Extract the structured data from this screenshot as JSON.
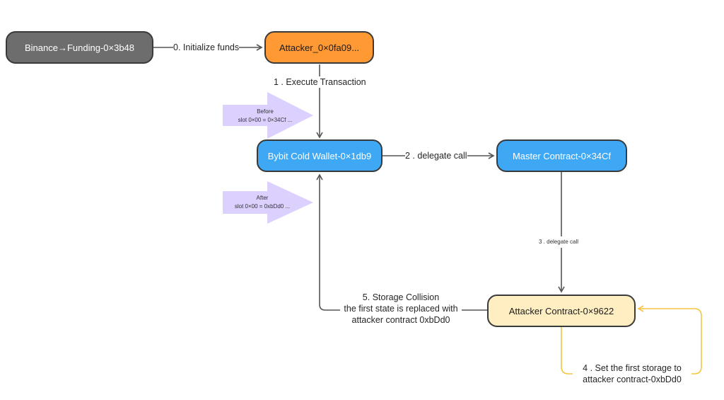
{
  "nodes": {
    "binance": "Binance→Funding-0×3b48",
    "attacker": "Attacker_0×0fa09...",
    "bybit": "Bybit Cold Wallet-0×1db9",
    "master": "Master Contract-0×34Cf",
    "attacker_contract": "Attacker Contract-0×9622"
  },
  "edges": {
    "e0": "0. Initialize funds",
    "e1": "1 . Execute Transaction",
    "e2": "2 . delegate call",
    "e3": "3 . delegate call",
    "e4_line1": "4 . Set the first storage to",
    "e4_line2": "attacker contract-0xbDd0",
    "e5_line1": "5. Storage Collision",
    "e5_line2": "the first state is replaced with",
    "e5_line3": "attacker contract 0xbDd0"
  },
  "callouts": {
    "before_title": "Before",
    "before_value": "slot 0×00 = 0×34Cf ...",
    "after_title": "After",
    "after_value": "slot 0×00 = 0xbDd0  ..."
  },
  "colors": {
    "gray_node": "#6d6d6d",
    "orange_node": "#ff9933",
    "blue_node": "#3ea8f5",
    "cream_node": "#ffeec2",
    "callout_purple": "#dcd0ff",
    "loop_yellow": "#f5c542",
    "line": "#555555"
  }
}
